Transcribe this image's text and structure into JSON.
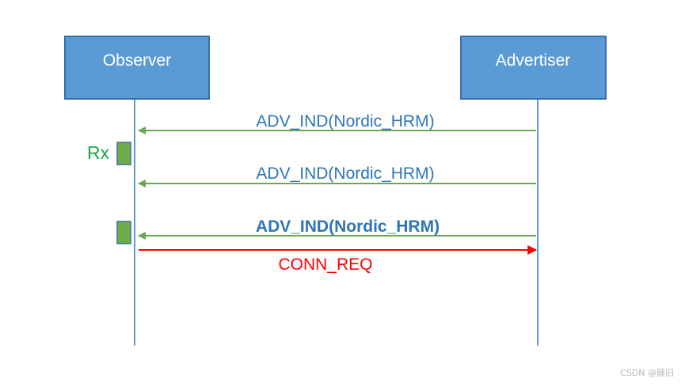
{
  "lanes": [
    {
      "id": "observer",
      "label": "Observer"
    },
    {
      "id": "advertiser",
      "label": "Advertiser"
    }
  ],
  "messages": [
    {
      "label": "ADV_IND(Nordic_HRM)",
      "from": "advertiser",
      "to": "observer",
      "color": "#6aa84f",
      "text_color": "#2e75b6",
      "bold": false
    },
    {
      "label": "ADV_IND(Nordic_HRM)",
      "from": "advertiser",
      "to": "observer",
      "color": "#6aa84f",
      "text_color": "#2e75b6",
      "bold": false
    },
    {
      "label": "ADV_IND(Nordic_HRM)",
      "from": "advertiser",
      "to": "observer",
      "color": "#6aa84f",
      "text_color": "#2e75b6",
      "bold": true
    },
    {
      "label": "CONN_REQ",
      "from": "observer",
      "to": "advertiser",
      "color": "#ff0000",
      "text_color": "#ff0000",
      "bold": false
    }
  ],
  "rx": {
    "label": "Rx",
    "color": "#1aa846",
    "window_fill": "#70ad47"
  },
  "colors": {
    "box_fill": "#5b9bd5",
    "box_stroke": "#3a6ea5",
    "lifeline": "#5b9bd5"
  },
  "watermark": "CSDN @薛旧"
}
